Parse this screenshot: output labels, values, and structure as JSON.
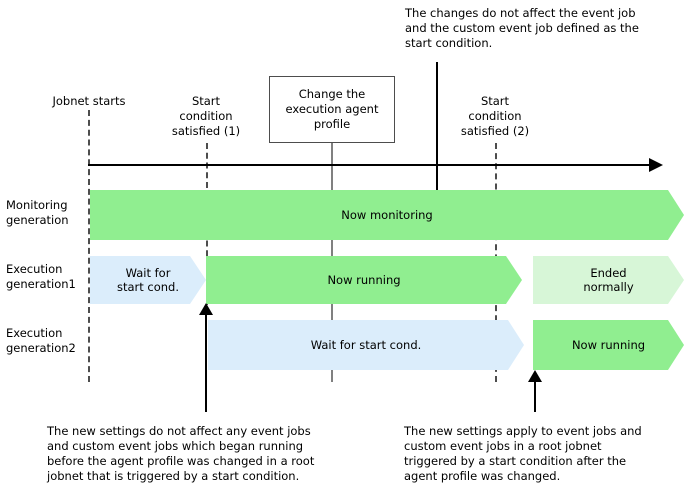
{
  "diagram": {
    "title_note_top_right": "The changes do not affect the event job\nand the custom event job defined as the\nstart condition.",
    "change_box_label": "Change the\nexecution agent\nprofile",
    "timeline_markers": [
      {
        "id": "jobnet-starts",
        "label": "Jobnet starts"
      },
      {
        "id": "start-condition-satisfied-1",
        "label": "Start\ncondition\nsatisfied (1)"
      },
      {
        "id": "start-condition-satisfied-2",
        "label": "Start\ncondition\nsatisfied (2)"
      }
    ],
    "rows": [
      {
        "id": "monitoring-generation",
        "label": "Monitoring\ngeneration"
      },
      {
        "id": "execution-generation1",
        "label": "Execution\ngeneration1"
      },
      {
        "id": "execution-generation2",
        "label": "Execution\ngeneration2"
      }
    ],
    "bars": [
      {
        "id": "now-monitoring",
        "label": "Now monitoring",
        "row": "monitoring-generation",
        "color": "#90EE90"
      },
      {
        "id": "wait-for-start-cond-gen1",
        "label": "Wait for\nstart cond.",
        "row": "execution-generation1",
        "color": "#DBEDFB"
      },
      {
        "id": "now-running-gen1",
        "label": "Now running",
        "row": "execution-generation1",
        "color": "#90EE90"
      },
      {
        "id": "ended-normally-gen1",
        "label": "Ended\nnormally",
        "row": "execution-generation1",
        "color": "#D7F6D7"
      },
      {
        "id": "wait-for-start-cond-gen2",
        "label": "Wait for start cond.",
        "row": "execution-generation2",
        "color": "#DBEDFB"
      },
      {
        "id": "now-running-gen2",
        "label": "Now running",
        "row": "execution-generation2",
        "color": "#90EE90"
      }
    ],
    "footnotes": [
      {
        "id": "footnote-left",
        "text": "The new settings do not affect any event jobs\nand custom event jobs which began running\nbefore the agent profile was changed in a root\njobnet that is triggered by a start condition."
      },
      {
        "id": "footnote-right",
        "text": "The new settings apply to event jobs and\ncustom event jobs in a root jobnet\ntriggered by a start condition after the\nagent profile was changed."
      }
    ],
    "colors": {
      "green": "#90EE90",
      "green_pale": "#D7F6D7",
      "blue": "#DBEDFB",
      "axis": "#000000",
      "guide_dashed": "#4D4D4D",
      "guide_solid": "#808080"
    }
  }
}
